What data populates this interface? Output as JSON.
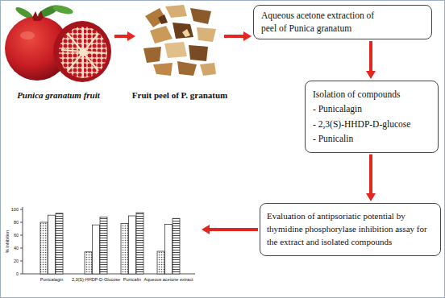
{
  "diagram": {
    "nodes": [
      {
        "text": [
          "Punica granatum fruit"
        ]
      },
      {
        "text": [
          "Fruit peel of P. granatum"
        ]
      },
      {
        "text": [
          "Aqueous acetone extraction of peel of Punica granatum"
        ]
      },
      {
        "text": [
          "Isolation of compounds",
          "- Punicalagin",
          "- 2,3(S)-HHDP-D-glucose",
          "- Punicalin"
        ]
      },
      {
        "text": [
          "Evaluation of antipsoriatic potential by thymidine phosphorylase inhibition assay for the extract and isolated compounds"
        ]
      },
      {
        "text": [
          "% Inhibition",
          "Punicalagin",
          "2,3(S)-HHDP-D-Glucose",
          "Punicalin",
          "Aqueous acetone extract"
        ]
      }
    ],
    "edges": [
      {
        "from": 0,
        "to": 1,
        "arrow": "to"
      },
      {
        "from": 1,
        "to": 2,
        "arrow": "to"
      },
      {
        "from": 2,
        "to": 3,
        "arrow": "to"
      },
      {
        "from": 3,
        "to": 4,
        "arrow": "to"
      },
      {
        "from": 4,
        "to": 5,
        "arrow": "to"
      }
    ],
    "labels": [
      "0",
      "20",
      "40",
      "60",
      "80",
      "100"
    ]
  }
}
